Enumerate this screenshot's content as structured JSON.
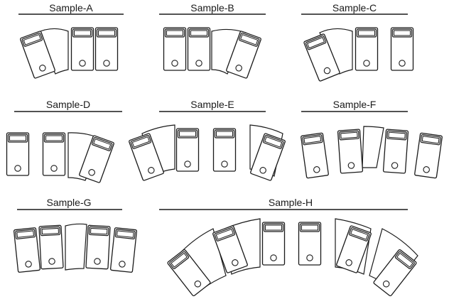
{
  "samples": [
    {
      "label": "Sample-A"
    },
    {
      "label": "Sample-B"
    },
    {
      "label": "Sample-C"
    },
    {
      "label": "Sample-D"
    },
    {
      "label": "Sample-E"
    },
    {
      "label": "Sample-F"
    },
    {
      "label": "Sample-G"
    },
    {
      "label": "Sample-H"
    }
  ]
}
